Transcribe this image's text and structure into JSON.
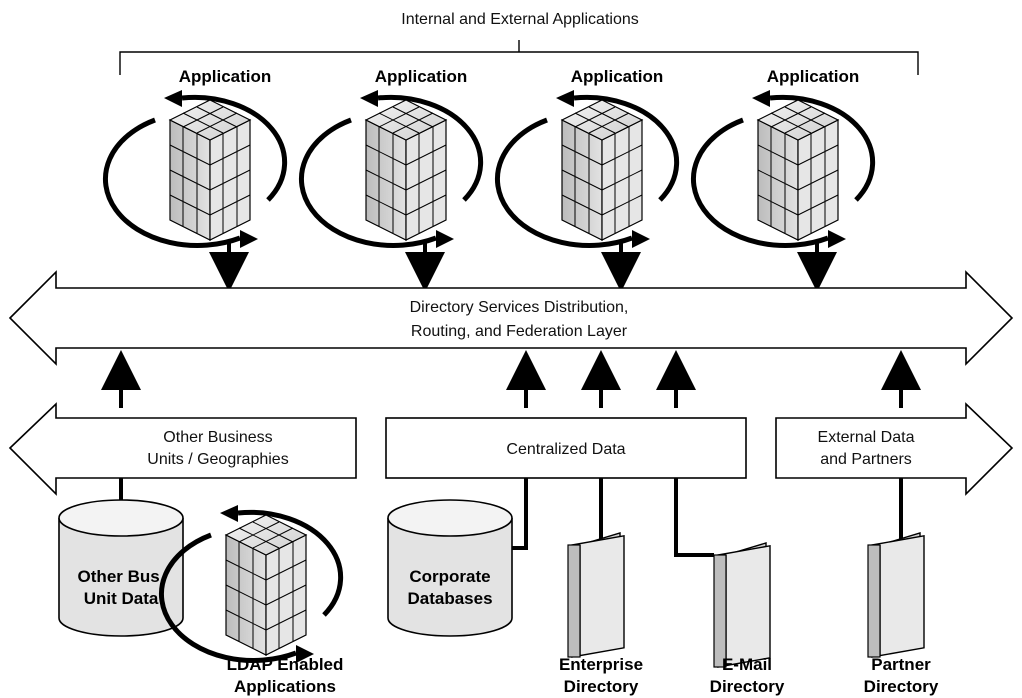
{
  "header": {
    "title": "Internal and External Applications"
  },
  "applications": [
    {
      "label": "Application"
    },
    {
      "label": "Application"
    },
    {
      "label": "Application"
    },
    {
      "label": "Application"
    }
  ],
  "layer": {
    "line1": "Directory Services Distribution,",
    "line2": "Routing, and Federation Layer"
  },
  "other_business": {
    "line1": "Other Business",
    "line2": "Units / Geographies"
  },
  "centralized": {
    "label": "Centralized Data"
  },
  "external": {
    "line1": "External Data",
    "line2": "and Partners"
  },
  "other_bus_db": {
    "line1": "Other Bus.",
    "line2": "Unit Data"
  },
  "ldap": {
    "line1": "LDAP Enabled",
    "line2": "Applications"
  },
  "corporate_db": {
    "line1": "Corporate",
    "line2": "Databases"
  },
  "enterprise_dir": {
    "line1": "Enterprise",
    "line2": "Directory"
  },
  "email_dir": {
    "line1": "E-Mail",
    "line2": "Directory"
  },
  "partner_dir": {
    "line1": "Partner",
    "line2": "Directory"
  },
  "colors": {
    "stroke": "#000000",
    "fill": "#ffffff",
    "cube_face": "#d8d8d8"
  },
  "icons": [
    "application-cube-icon",
    "database-cylinder-icon",
    "directory-book-icon",
    "arrow-icon"
  ]
}
